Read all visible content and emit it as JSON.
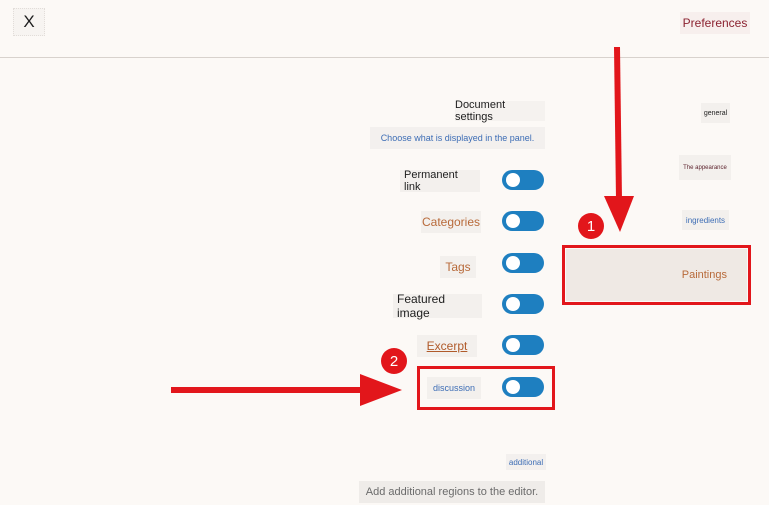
{
  "header": {
    "close_label": "X",
    "title": "Preferences"
  },
  "sections": {
    "panel": {
      "heading": "Document settings",
      "description": "Choose what is displayed in the panel."
    },
    "additional": {
      "heading": "additional",
      "description": "Add additional regions to the editor."
    }
  },
  "options": [
    {
      "label": "Permanent link",
      "enabled": true
    },
    {
      "label": "Categories",
      "enabled": true
    },
    {
      "label": "Tags",
      "enabled": true
    },
    {
      "label": "Featured image",
      "enabled": true
    },
    {
      "label": "Excerpt",
      "enabled": true
    },
    {
      "label": "discussion",
      "enabled": true
    }
  ],
  "nav": {
    "items": [
      {
        "label": "general"
      },
      {
        "label": "The appearance"
      },
      {
        "label": "ingredients"
      },
      {
        "label": "Paintings"
      }
    ]
  },
  "annotations": {
    "badge_1": "1",
    "badge_2": "2"
  },
  "colors": {
    "accent": "#1e7fc0",
    "annotation": "#e2161b",
    "title": "#8b2230"
  }
}
